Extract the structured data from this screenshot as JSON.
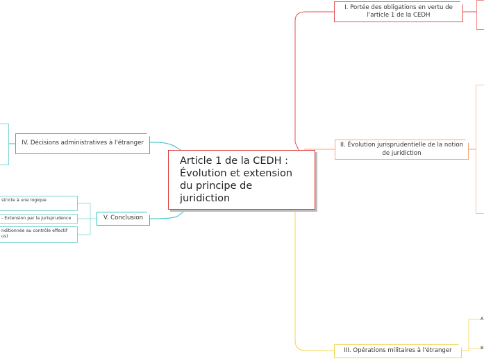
{
  "central": {
    "title_line1": "Article 1 de la CEDH :",
    "title_line2": "Évolution et extension",
    "title_line3": "du principe de",
    "title_line4": "juridiction"
  },
  "topics": {
    "t1": "I. Portée des obligations en vertu de l'article 1 de la CEDH",
    "t2": "II. Évolution jurisprudentielle de la notion de juridiction",
    "t3": "III. Opérations militaires à l'étranger",
    "t4": "IV. Décisions administratives à l'étranger",
    "t5": "V. Conclusion"
  },
  "conclusion_items": [
    "stricte à une logique",
    "- Extension par la jurisprudence",
    "nditionnée au contrôle effectif us)"
  ],
  "operations_items": [
    "A",
    "B"
  ],
  "colors": {
    "red": "#e34f4f",
    "orange": "#f3a674",
    "yellow": "#f1d44a",
    "teal": "#2bbcbc"
  }
}
